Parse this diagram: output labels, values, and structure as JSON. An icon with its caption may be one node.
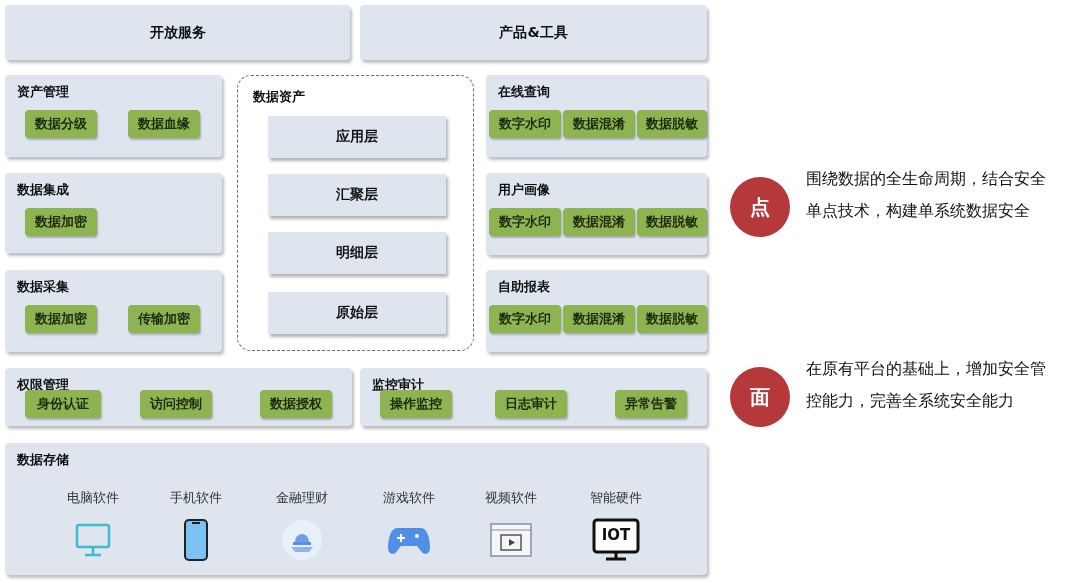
{
  "diagram": {
    "nodes": [
      {
        "text": [
          "开放服务"
        ]
      },
      {
        "text": [
          "产品&工具"
        ]
      },
      {
        "text": [
          "资产管理"
        ]
      },
      {
        "text": [
          "数据分级"
        ],
        "in": 2
      },
      {
        "text": [
          "数据血缘"
        ],
        "in": 2
      },
      {
        "text": [
          "数据资产"
        ]
      },
      {
        "text": [
          "应用层"
        ],
        "in": 5
      },
      {
        "text": [
          "汇聚层"
        ],
        "in": 5
      },
      {
        "text": [
          "明细层"
        ],
        "in": 5
      },
      {
        "text": [
          "原始层"
        ],
        "in": 5
      },
      {
        "text": [
          "在线查询"
        ]
      },
      {
        "text": [
          "数字水印"
        ],
        "in": 10
      },
      {
        "text": [
          "数据混淆"
        ],
        "in": 10
      },
      {
        "text": [
          "数据脱敏"
        ],
        "in": 10
      },
      {
        "text": [
          "数据集成"
        ]
      },
      {
        "text": [
          "数据加密"
        ],
        "in": 14
      },
      {
        "text": [
          "用户画像"
        ]
      },
      {
        "text": [
          "数字水印"
        ],
        "in": 16
      },
      {
        "text": [
          "数据混淆"
        ],
        "in": 16
      },
      {
        "text": [
          "数据脱敏"
        ],
        "in": 16
      },
      {
        "text": [
          "数据采集"
        ]
      },
      {
        "text": [
          "数据加密"
        ],
        "in": 20
      },
      {
        "text": [
          "传输加密"
        ],
        "in": 20
      },
      {
        "text": [
          "自助报表"
        ]
      },
      {
        "text": [
          "数字水印"
        ],
        "in": 23
      },
      {
        "text": [
          "数据混淆"
        ],
        "in": 23
      },
      {
        "text": [
          "数据脱敏"
        ],
        "in": 23
      },
      {
        "text": [
          "权限管理"
        ]
      },
      {
        "text": [
          "身份认证"
        ],
        "in": 27
      },
      {
        "text": [
          "访问控制"
        ],
        "in": 27
      },
      {
        "text": [
          "数据授权"
        ],
        "in": 27
      },
      {
        "text": [
          "监控审计"
        ]
      },
      {
        "text": [
          "操作监控"
        ],
        "in": 31
      },
      {
        "text": [
          "日志审计"
        ],
        "in": 31
      },
      {
        "text": [
          "异常告警"
        ],
        "in": 31
      },
      {
        "text": [
          "数据存储",
          "电脑软件",
          "手机软件",
          "金融理财",
          "游戏软件",
          "视频软件",
          "智能硬件"
        ]
      },
      {
        "text": [
          "点"
        ],
        "beside": [
          "围绕数据的全生命周期，结合安全单点技术，构建单系统数据安全"
        ]
      },
      {
        "text": [
          "面"
        ],
        "beside": [
          "在原有平台的基础上，增加安全管控能力，完善全系统安全能力"
        ]
      }
    ],
    "edges": [],
    "labels": [
      "IOT"
    ]
  }
}
